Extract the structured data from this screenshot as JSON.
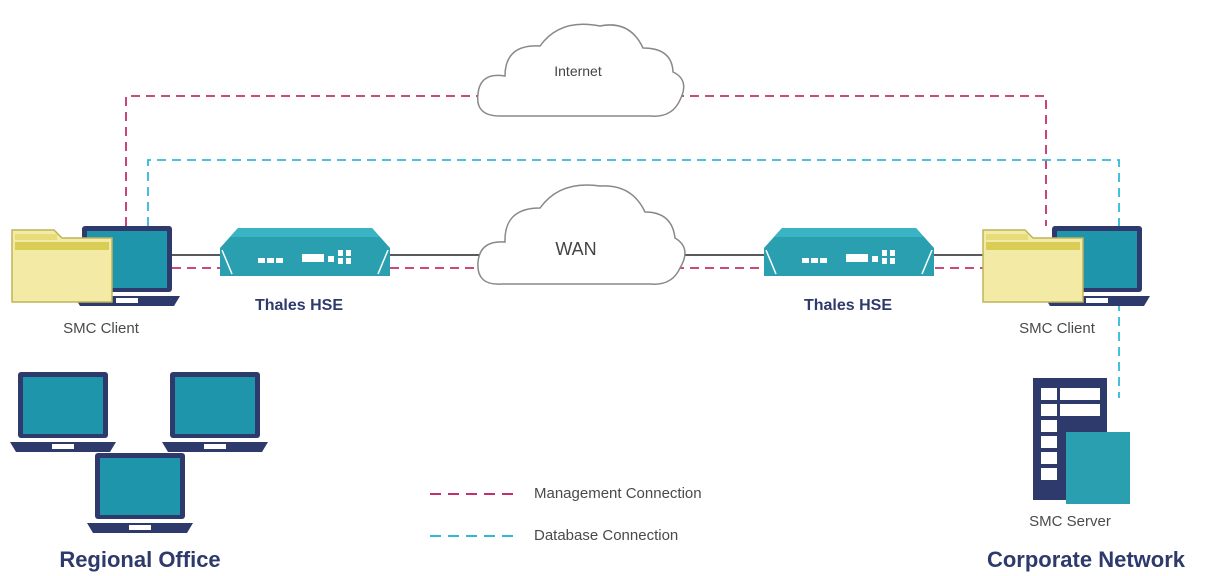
{
  "clouds": {
    "internet": "Internet",
    "wan": "WAN"
  },
  "devices": {
    "left_hse": "Thales HSE",
    "right_hse": "Thales HSE",
    "left_client": "SMC Client",
    "right_client": "SMC Client",
    "server": "SMC Server"
  },
  "groups": {
    "regional": "Regional Office",
    "corporate": "Corporate Network"
  },
  "legend": {
    "management": "Management Connection",
    "database": "Database Connection"
  },
  "colors": {
    "management": "#c2306e",
    "database": "#33b7d8",
    "navy": "#2e3a6b",
    "teal": "#2a9fb0",
    "screen": "#1e95aa",
    "folder": "#f2eaa5"
  }
}
